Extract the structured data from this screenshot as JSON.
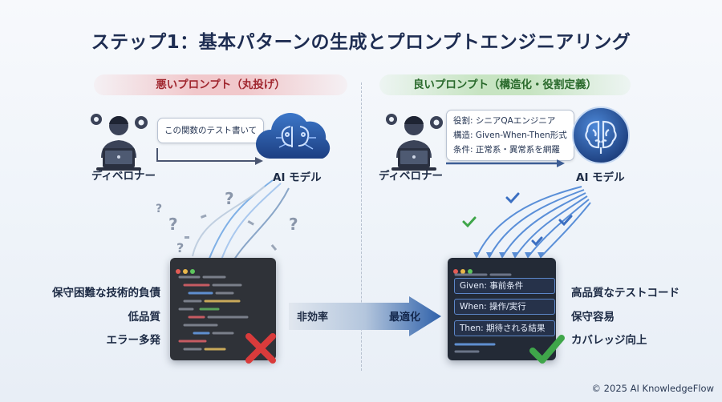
{
  "title": "ステップ1：基本パターンの生成とプロンプトエンジニアリング",
  "left_panel": {
    "header": "悪いプロンプト（丸投げ）",
    "person_label": "ディベロナー",
    "prompt_bubble": "この関数のテスト書いて",
    "ai_label": "AI モデル",
    "outcomes": [
      "保守困難な技術的負債",
      "低品質",
      "エラー多発"
    ]
  },
  "right_panel": {
    "header": "良いプロンプト（構造化・役割定義）",
    "person_label": "ディベロナー",
    "prompt_lines": [
      "役割: シニアQAエンジニア",
      "構造: Given-When-Then形式",
      "条件: 正常系・異常系を網羅"
    ],
    "ai_label": "AI モデル",
    "code_fields": [
      "Given: 事前条件",
      "When: 操作/実行",
      "Then: 期待される結果"
    ],
    "outcomes": [
      "高品質なテストコード",
      "保守容易",
      "カバレッジ向上"
    ]
  },
  "transition": {
    "from_label": "非効率",
    "to_label": "最適化"
  },
  "colors": {
    "title": "#1e2d52",
    "bad_accent": "#d93b3b",
    "good_accent": "#3fa64a",
    "flow_blue": "#5a8fd8",
    "editor_bg": "#2f3238"
  },
  "copyright": "© 2025 AI KnowledgeFlow"
}
